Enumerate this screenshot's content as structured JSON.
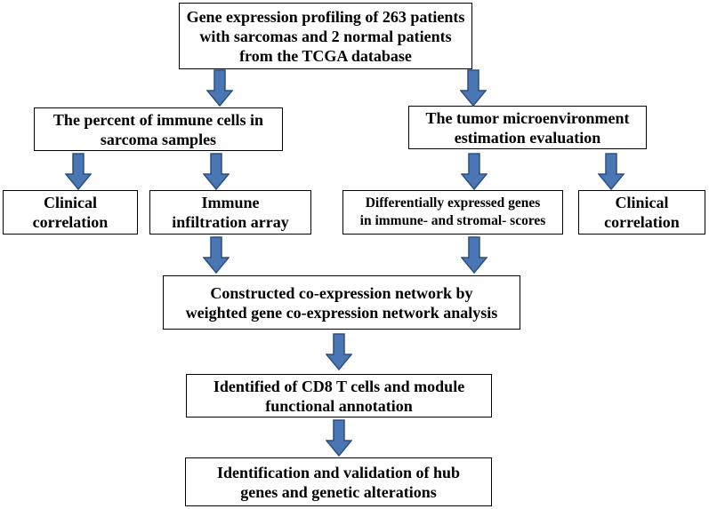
{
  "boxes": {
    "top": "Gene expression profiling of 263 patients\nwith sarcomas and 2 normal patients\nfrom the TCGA database",
    "immune_percent": "The percent of immune cells in\nsarcoma samples",
    "tme": "The tumor microenvironment\nestimation evaluation",
    "clinical_left": "Clinical\ncorrelation",
    "immune_array": "Immune\ninfiltration array",
    "deg": "Differentially expressed genes\nin immune- and stromal- scores",
    "clinical_right": "Clinical\ncorrelation",
    "wgcna": "Constructed co-expression network by\nweighted gene co-expression network analysis",
    "cd8": "Identified of CD8 T cells and module\nfunctional annotation",
    "hub": "Identification and validation of hub\ngenes and genetic alterations"
  },
  "colors": {
    "arrow_fill": "#4a77b4",
    "arrow_stroke": "#2c4f80",
    "box_border": "#000000"
  }
}
